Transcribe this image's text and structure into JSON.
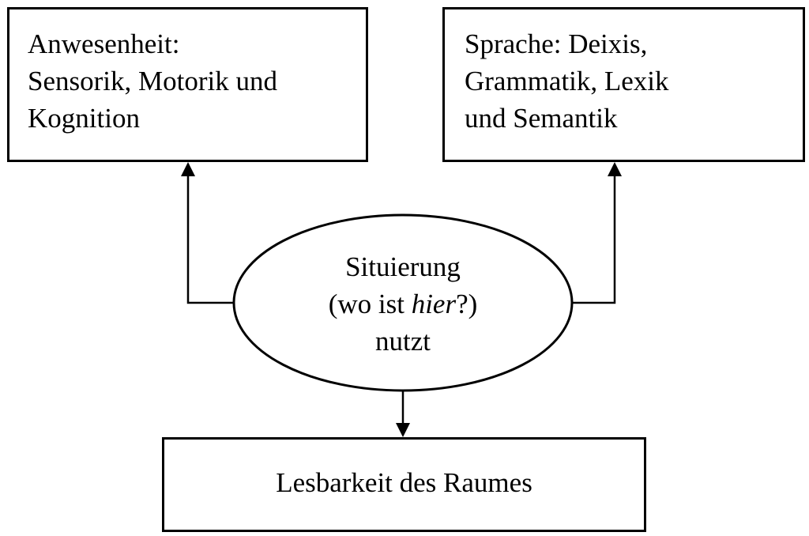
{
  "diagram": {
    "box_left": {
      "lines": [
        "Anwesenheit:",
        "Sensorik, Motorik und",
        "Kognition"
      ]
    },
    "box_right": {
      "lines": [
        "Sprache: Deixis,",
        "Grammatik, Lexik",
        "und Semantik"
      ]
    },
    "center": {
      "line1": "Situierung",
      "line2_pre": "(wo ist ",
      "line2_em": "hier",
      "line2_post": "?)",
      "line3": "nutzt"
    },
    "box_bottom": {
      "label": "Lesbarkeit des Raumes"
    },
    "colors": {
      "stroke": "#000000",
      "background": "#ffffff"
    }
  }
}
